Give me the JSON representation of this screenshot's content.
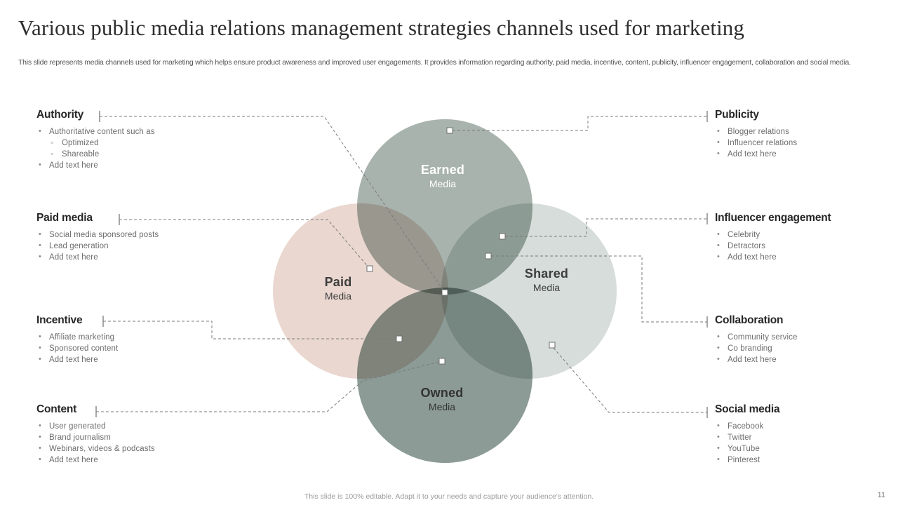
{
  "header": {
    "title": "Various public media relations management strategies channels used for marketing",
    "subtitle": "This slide represents media channels used for marketing which helps ensure product awareness and improved user engagements. It provides information regarding authority, paid media, incentive, content, publicity, influencer engagement, collaboration and social media."
  },
  "venn": {
    "circles": [
      {
        "id": "earned",
        "title": "Earned",
        "subtitle": "Media",
        "color": "#a8b3ae"
      },
      {
        "id": "paid",
        "title": "Paid",
        "subtitle": "Media",
        "color": "#e9d7d0"
      },
      {
        "id": "shared",
        "title": "Shared",
        "subtitle": "Media",
        "color": "#d6dddb"
      },
      {
        "id": "owned",
        "title": "Owned",
        "subtitle": "Media",
        "color": "#8c9b96"
      }
    ]
  },
  "blocks": {
    "authority": {
      "heading": "Authority",
      "items": [
        {
          "text": "Authoritative content such as",
          "level": 1
        },
        {
          "text": "Optimized",
          "level": 2
        },
        {
          "text": "Shareable",
          "level": 2
        },
        {
          "text": "Add text here",
          "level": 1
        }
      ]
    },
    "paid_media": {
      "heading": "Paid media",
      "items": [
        {
          "text": "Social media sponsored posts",
          "level": 1
        },
        {
          "text": "Lead generation",
          "level": 1
        },
        {
          "text": "Add text here",
          "level": 1
        }
      ]
    },
    "incentive": {
      "heading": "Incentive",
      "items": [
        {
          "text": "Affiliate marketing",
          "level": 1
        },
        {
          "text": "Sponsored content",
          "level": 1
        },
        {
          "text": "Add text here",
          "level": 1
        }
      ]
    },
    "content": {
      "heading": "Content",
      "items": [
        {
          "text": "User generated",
          "level": 1
        },
        {
          "text": "Brand journalism",
          "level": 1
        },
        {
          "text": "Webinars, videos & podcasts",
          "level": 1
        },
        {
          "text": "Add text here",
          "level": 1
        }
      ]
    },
    "publicity": {
      "heading": "Publicity",
      "items": [
        {
          "text": "Blogger relations",
          "level": 1
        },
        {
          "text": "Influencer relations",
          "level": 1
        },
        {
          "text": "Add text here",
          "level": 1
        }
      ]
    },
    "influencer_engagement": {
      "heading": "Influencer engagement",
      "items": [
        {
          "text": "Celebrity",
          "level": 1
        },
        {
          "text": "Detractors",
          "level": 1
        },
        {
          "text": "Add text here",
          "level": 1
        }
      ]
    },
    "collaboration": {
      "heading": "Collaboration",
      "items": [
        {
          "text": "Community service",
          "level": 1
        },
        {
          "text": "Co branding",
          "level": 1
        },
        {
          "text": "Add text here",
          "level": 1
        }
      ]
    },
    "social_media": {
      "heading": "Social media",
      "items": [
        {
          "text": "Facebook",
          "level": 1
        },
        {
          "text": "Twitter",
          "level": 1
        },
        {
          "text": "YouTube",
          "level": 1
        },
        {
          "text": "Pinterest",
          "level": 1
        }
      ]
    }
  },
  "footer": {
    "note": "This slide is 100% editable. Adapt it to your needs and capture your audience's attention.",
    "page_number": "11"
  }
}
